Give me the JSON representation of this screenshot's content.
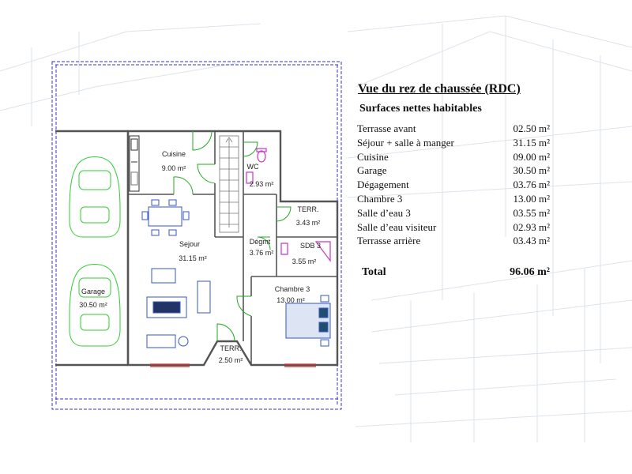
{
  "colors": {
    "wall": "#555555",
    "dimension_line": "#3333cc",
    "car_outline": "#33cc33",
    "furniture": "#3355cc",
    "door_swing": "#22aa22",
    "sanitary": "#cc33cc",
    "sketch_background": "#dde3ea"
  },
  "sheet": {
    "title": "Vue du rez de chaussée (RDC)",
    "subtitle": "Surfaces nettes habitables",
    "rows": [
      {
        "name": "Terrasse avant",
        "area": "02.50 m²"
      },
      {
        "name": "Séjour + salle à manger",
        "area": "31.15 m²"
      },
      {
        "name": "Cuisine",
        "area": "09.00 m²"
      },
      {
        "name": "Garage",
        "area": "30.50 m²"
      },
      {
        "name": "Dégagement",
        "area": "03.76 m²"
      },
      {
        "name": "Chambre 3",
        "area": "13.00 m²"
      },
      {
        "name": "Salle d’eau 3",
        "area": "03.55 m²"
      },
      {
        "name": "Salle d’eau visiteur",
        "area": "02.93 m²"
      },
      {
        "name": "Terrasse arrière",
        "area": "03.43 m²"
      }
    ],
    "total_label": "Total",
    "total_value": "96.06 m²"
  },
  "plan": {
    "rooms": {
      "cuisine": {
        "name": "Cuisine",
        "area": "9.00 m²"
      },
      "wc": {
        "name": "WC",
        "area": "2.93 m²"
      },
      "terr_back": {
        "name": "TERR.",
        "area": "3.43 m²"
      },
      "sejour": {
        "name": "Sejour",
        "area": "31.15 m²"
      },
      "degmt": {
        "name": "Dégmt",
        "area": "3.76 m²"
      },
      "sdb3": {
        "name": "SDB 3",
        "area": "3.55 m²"
      },
      "garage": {
        "name": "Garage",
        "area": "30.50 m²"
      },
      "chambre3": {
        "name": "Chambre 3",
        "area": "13.00 m²"
      },
      "terr_front": {
        "name": "TERR.",
        "area": "2.50 m²"
      }
    }
  }
}
